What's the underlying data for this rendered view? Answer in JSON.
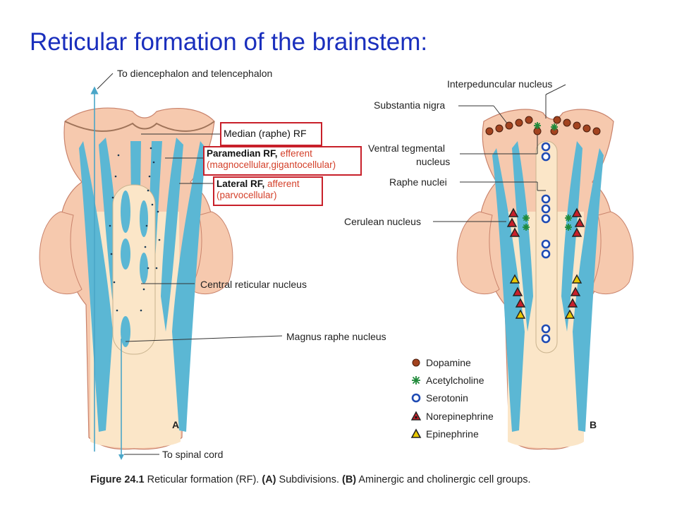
{
  "title": "Reticular formation of the brainstem:",
  "panel_a": {
    "letter": "A",
    "label_top": "To diencephalon and telencephalon",
    "label_central": "Central reticular nucleus",
    "label_magnus": "Magnus raphe nucleus",
    "label_spinal": "To spinal cord",
    "box_median": "Median (raphe) RF",
    "box_paramedian_head": "Paramedian RF,",
    "box_paramedian_type": "efferent",
    "box_paramedian_detail": "(magnocellular,gigantocellular)",
    "box_lateral_head": "Lateral RF,",
    "box_lateral_type": "afferent",
    "box_lateral_detail": "(parvocellular)"
  },
  "panel_b": {
    "letter": "B",
    "label_interpeduncular": "Interpeduncular nucleus",
    "label_nigra": "Substantia nigra",
    "label_vtn_1": "Ventral tegmental",
    "label_vtn_2": "nucleus",
    "label_raphe": "Raphe nuclei",
    "label_cerulean": "Cerulean nucleus"
  },
  "legend": [
    {
      "label": "Dopamine",
      "icon": "dopamine-dot-icon"
    },
    {
      "label": "Acetylcholine",
      "icon": "acetylcholine-asterisk-icon"
    },
    {
      "label": "Serotonin",
      "icon": "serotonin-ring-icon"
    },
    {
      "label": "Norepinephrine",
      "icon": "norepinephrine-triangle-icon"
    },
    {
      "label": "Epinephrine",
      "icon": "epinephrine-triangle-icon"
    }
  ],
  "caption": {
    "fig": "Figure 24.1",
    "text1": "Reticular formation (RF).",
    "a": "(A)",
    "text2": "Subdivisions.",
    "b": "(B)",
    "text3": "Aminergic and cholinergic cell groups."
  },
  "colors": {
    "title": "#1a2fbd",
    "tissue": "#f6c9ae",
    "tissue_light": "#fbe6c8",
    "tissue_edge": "#c9836c",
    "blue": "#5bb7d4",
    "box_border": "#c8202a",
    "accent_red": "#d4412b",
    "dopamine": "#a3431f",
    "acetylcholine": "#1f8a3a",
    "serotonin": "#1f4bb4",
    "norepinephrine": "#c8202a",
    "epinephrine": "#e8c800"
  }
}
